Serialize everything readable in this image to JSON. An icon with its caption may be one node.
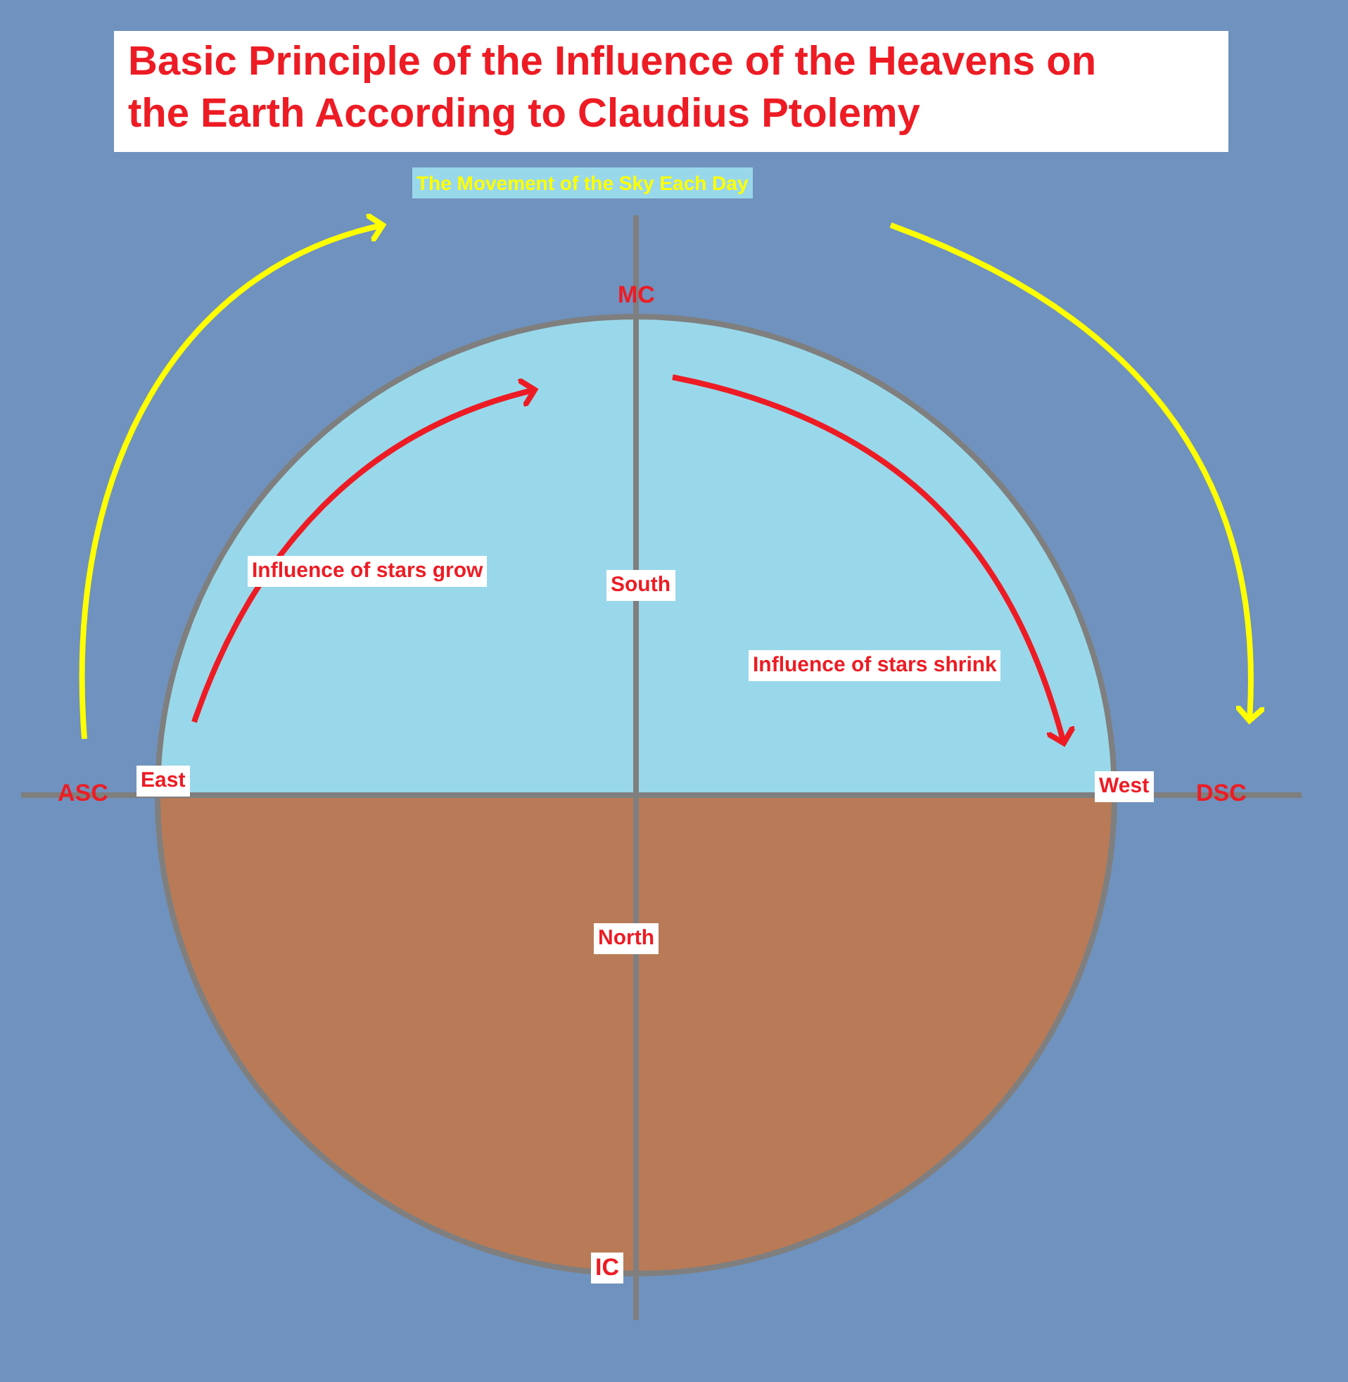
{
  "diagram": {
    "title": "Basic Principle of the Influence of the Heavens on the Earth According to Claudius Ptolemy",
    "labels": [
      "The Movement of the Sky Each Day",
      "MC",
      "Influence of stars grow",
      "South",
      "Influence of stars shrink",
      "ASC",
      "East",
      "West",
      "DSC",
      "North",
      "IC"
    ]
  }
}
